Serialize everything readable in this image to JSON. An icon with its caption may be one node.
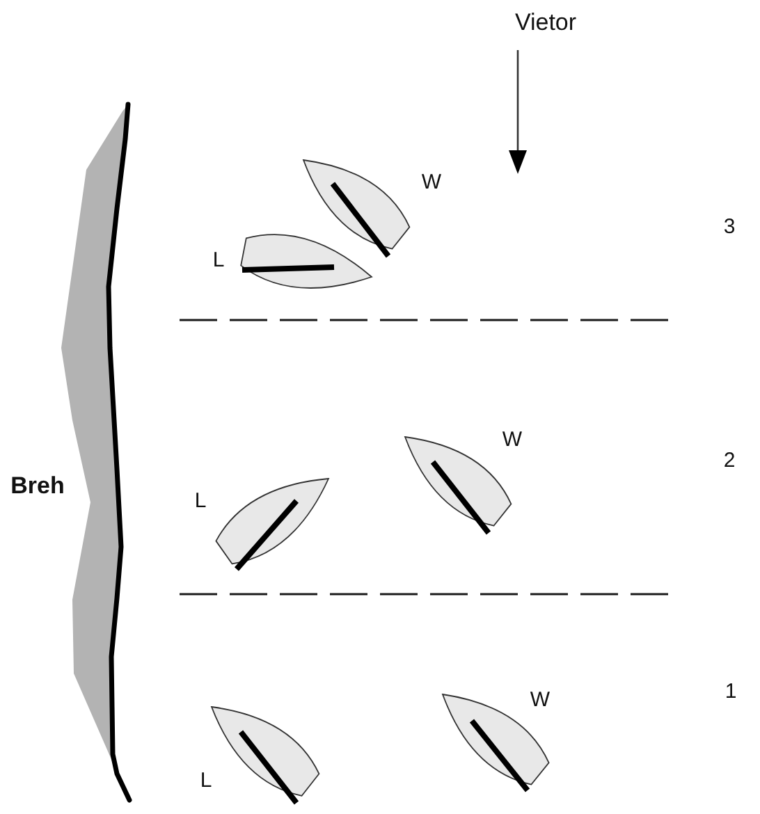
{
  "diagram": {
    "labels": [
      "Vietor",
      "W",
      "3",
      "L",
      "W",
      "2",
      "Breh",
      "L",
      "W",
      "1",
      "L"
    ]
  }
}
